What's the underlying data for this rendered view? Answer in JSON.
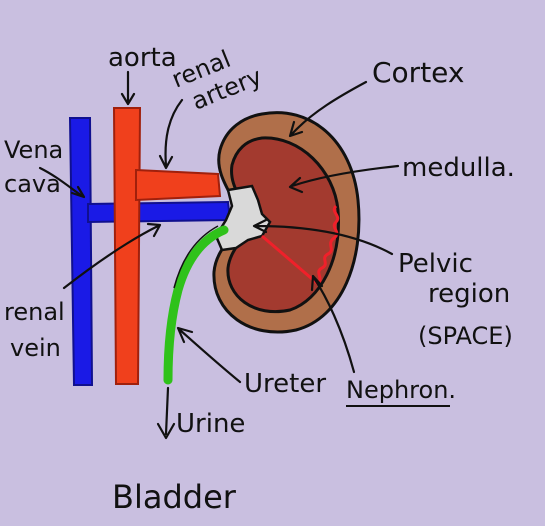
{
  "background_color": "#c9bfe0",
  "colors": {
    "aorta": "#f0401c",
    "vena_cava": "#1a1ae6",
    "ureter": "#2fc21a",
    "cortex": "#b06f4a",
    "medulla": "#a33a2f",
    "pelvis": "#d9d9d9",
    "nephron": "#f0202a"
  },
  "labels": {
    "aorta": "aorta",
    "renal_artery_1": "renal",
    "renal_artery_2": "artery",
    "vena_cava_1": "Vena",
    "vena_cava_2": "cava",
    "cortex": "Cortex",
    "medulla": "medulla.",
    "pelvic_1": "Pelvic",
    "pelvic_2": "region",
    "pelvic_3": "(SPACE)",
    "renal_vein_1": "renal",
    "renal_vein_2": "vein",
    "ureter": "Ureter",
    "nephron": "Nephron.",
    "urine": "Urine",
    "bladder": "Bladder"
  }
}
